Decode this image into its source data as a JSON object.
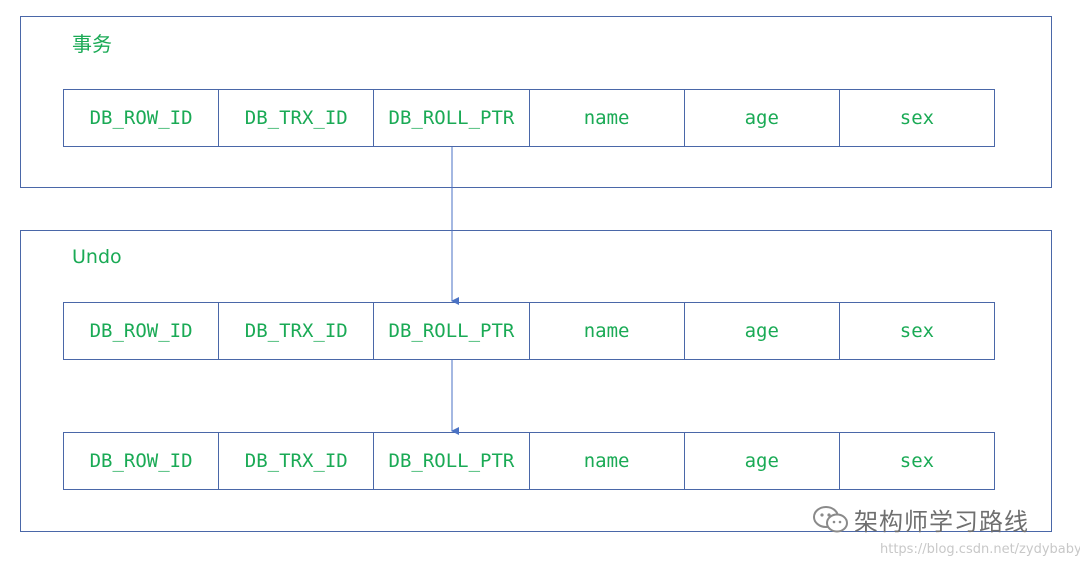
{
  "groups": {
    "transaction": {
      "label": "事务"
    },
    "undo": {
      "label": "Undo"
    }
  },
  "columns": [
    "DB_ROW_ID",
    "DB_TRX_ID",
    "DB_ROLL_PTR",
    "name",
    "age",
    "sex"
  ],
  "rows": [
    {
      "cells": [
        "DB_ROW_ID",
        "DB_TRX_ID",
        "DB_ROLL_PTR",
        "name",
        "age",
        "sex"
      ]
    },
    {
      "cells": [
        "DB_ROW_ID",
        "DB_TRX_ID",
        "DB_ROLL_PTR",
        "name",
        "age",
        "sex"
      ]
    },
    {
      "cells": [
        "DB_ROW_ID",
        "DB_TRX_ID",
        "DB_ROLL_PTR",
        "name",
        "age",
        "sex"
      ]
    }
  ],
  "watermark": {
    "icon": "wechat-icon",
    "text": "架构师学习路线",
    "url": "https://blog.csdn.net/zydybaby"
  },
  "colors": {
    "text_green": "#1aaa55",
    "border_blue": "#4a67a8"
  }
}
